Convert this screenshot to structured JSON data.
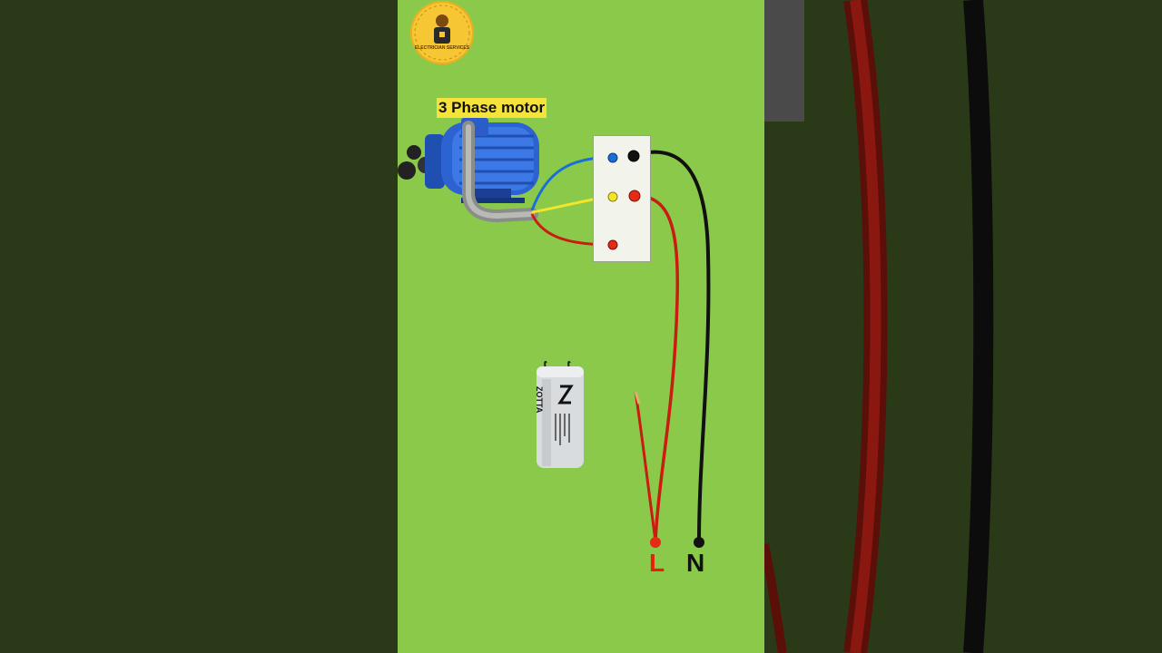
{
  "motor": {
    "label": "3 Phase motor"
  },
  "logo": {
    "text": "ELECTRICIAN SERVICES"
  },
  "capacitor": {
    "brand": "ZOTTA"
  },
  "supply": {
    "live_label": "L",
    "neutral_label": "N"
  },
  "colors": {
    "background_green": "#8bc94b",
    "wire_blue": "#1a6fd6",
    "wire_yellow": "#f3e62a",
    "wire_red": "#c81d10",
    "wire_black": "#111111",
    "label_bg": "#f5e23a"
  }
}
